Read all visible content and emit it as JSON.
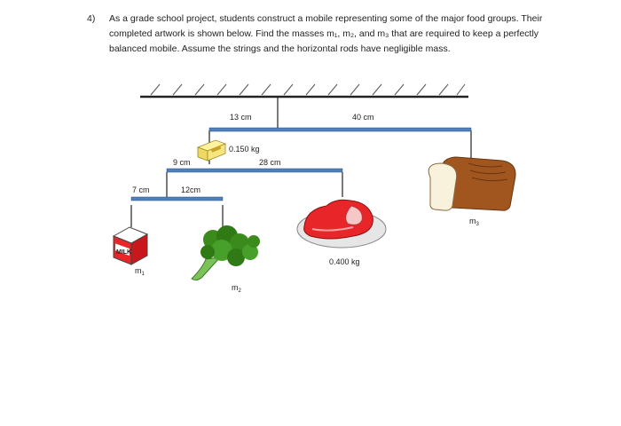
{
  "problem": {
    "number": "4)",
    "text": "As a grade school project, students construct a mobile representing some of the major food groups. Their completed artwork is shown below. Find the masses m₁, m₂, and m₃ that are required to keep a perfectly balanced mobile. Assume the strings and the horizontal rods have negligible mass."
  },
  "diagram": {
    "top_rod": {
      "left_length": "13 cm",
      "right_length": "40 cm"
    },
    "middle_rod": {
      "left_length": "9 cm",
      "right_length": "28 cm"
    },
    "bottom_rod": {
      "left_length": "7 cm",
      "right_length": "12cm"
    },
    "butter_mass": "0.150 kg",
    "steak_mass": "0.400 kg",
    "milk_label": "MILK",
    "mass_labels": {
      "m1": {
        "base": "m",
        "sub": "1"
      },
      "m2": {
        "base": "m",
        "sub": "2"
      },
      "m3": {
        "base": "m",
        "sub": "3"
      }
    },
    "colors": {
      "rod": "#4f81bd",
      "rod_top": "#1f1f1f",
      "steak": "#e8262a",
      "broccoli": "#3a8a1c",
      "bread": "#a0561e"
    }
  }
}
